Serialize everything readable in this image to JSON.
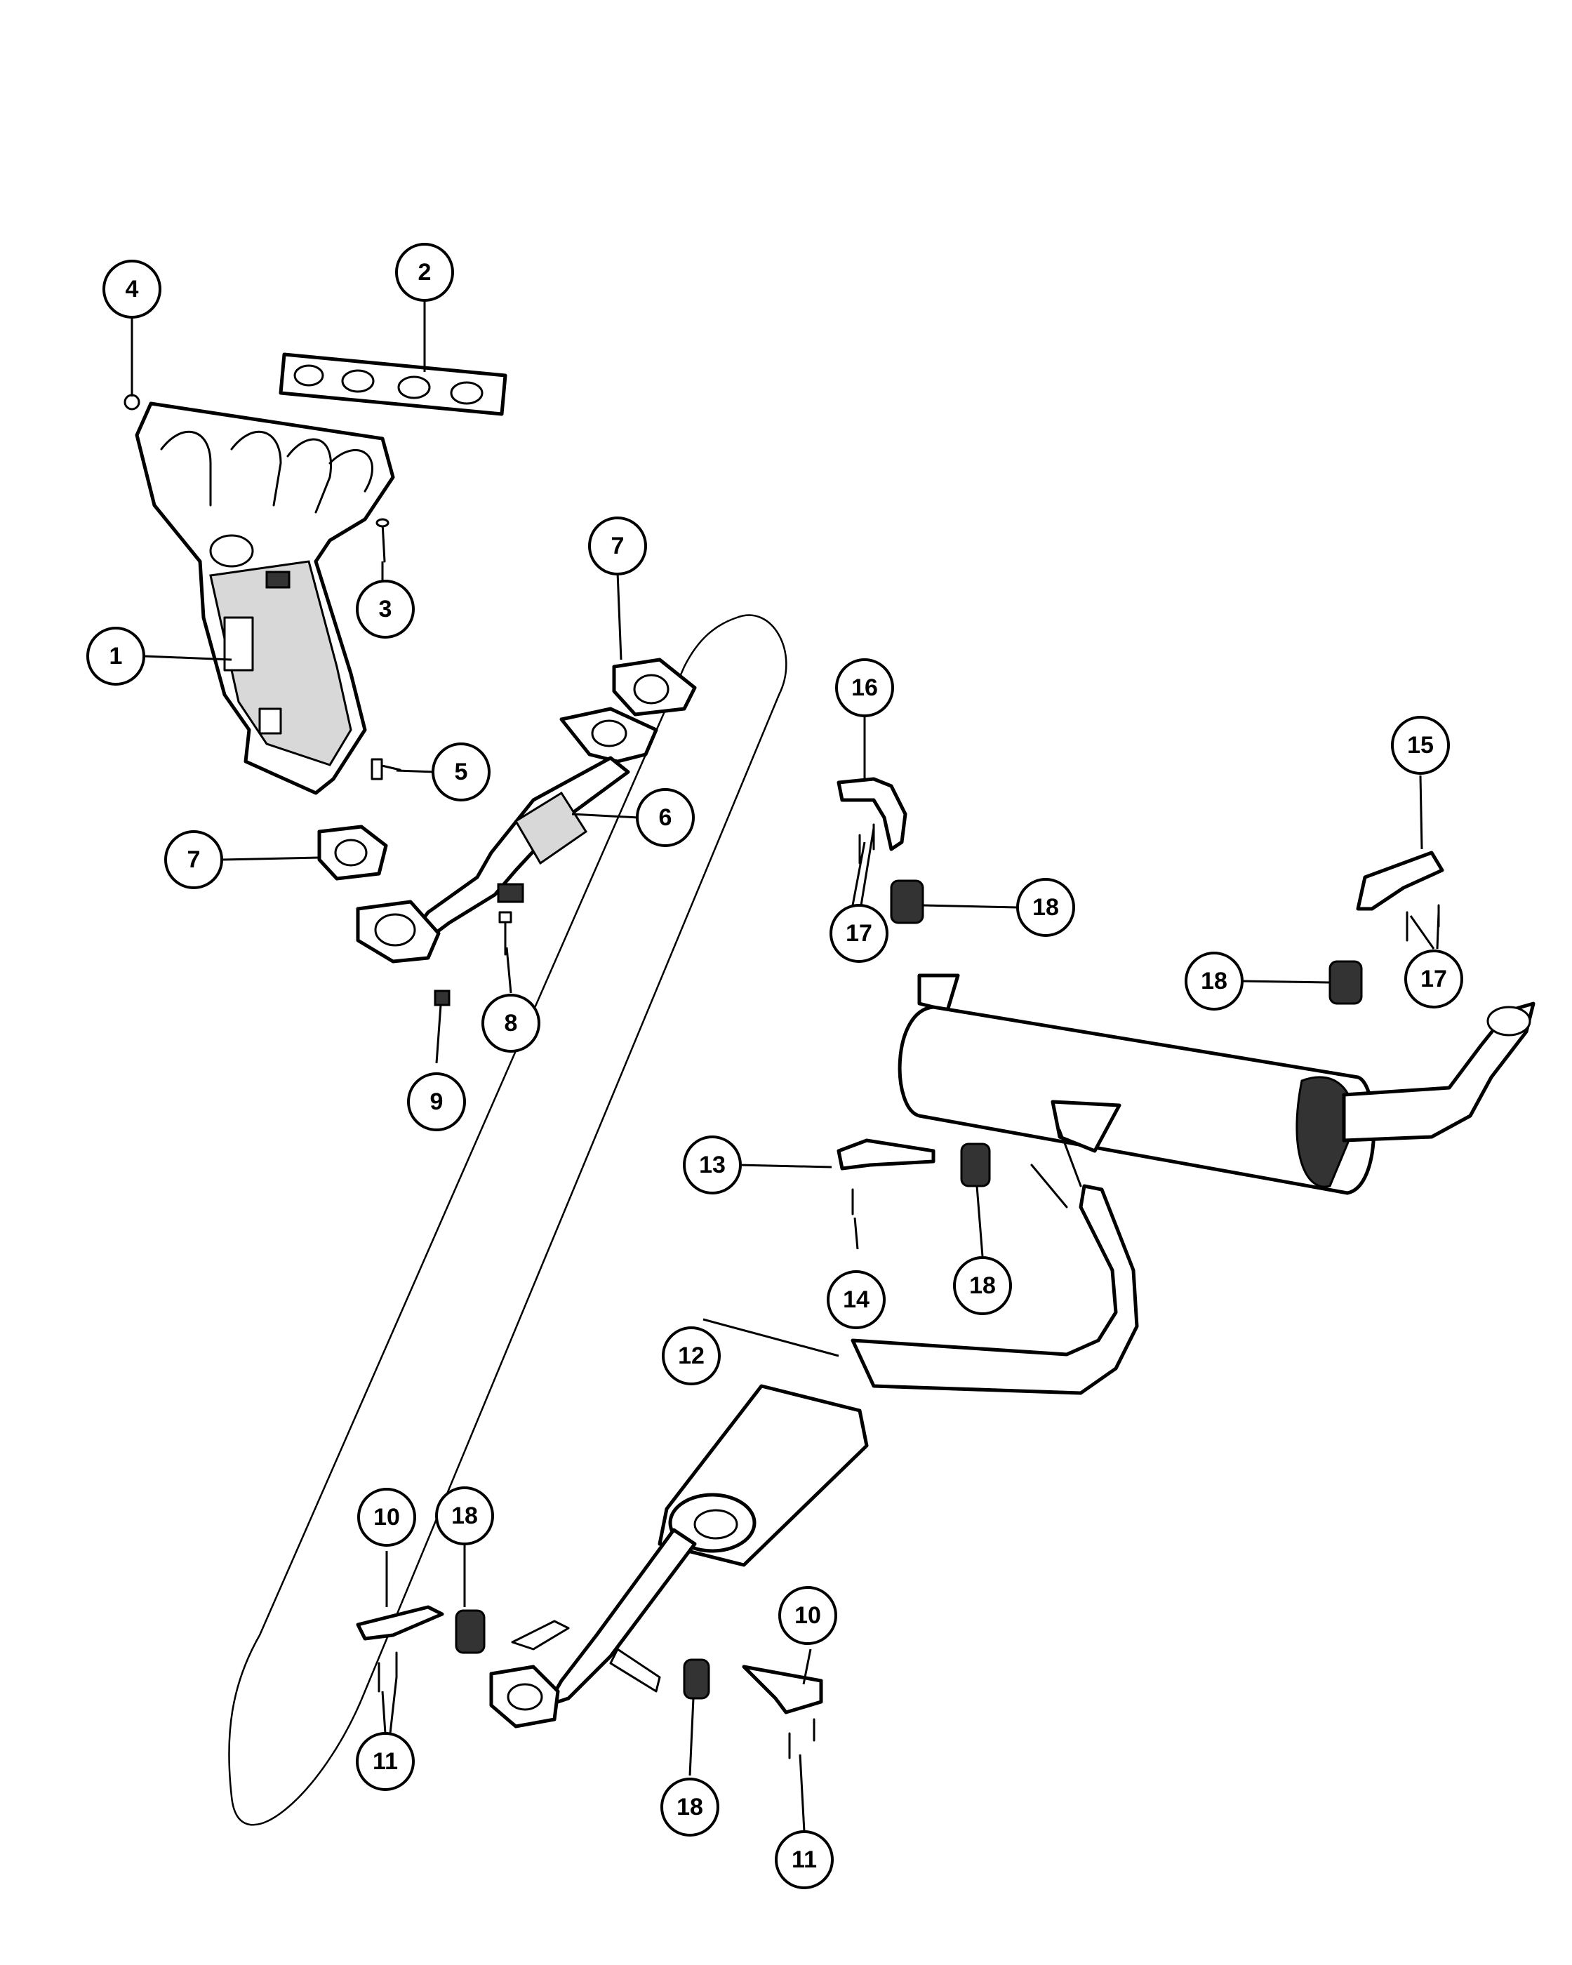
{
  "diagram": {
    "callouts": [
      "1",
      "2",
      "3",
      "4",
      "5",
      "6",
      "7",
      "7",
      "8",
      "9",
      "10",
      "10",
      "11",
      "11",
      "12",
      "13",
      "14",
      "15",
      "16",
      "17",
      "17",
      "18",
      "18",
      "18",
      "18",
      "18"
    ]
  }
}
